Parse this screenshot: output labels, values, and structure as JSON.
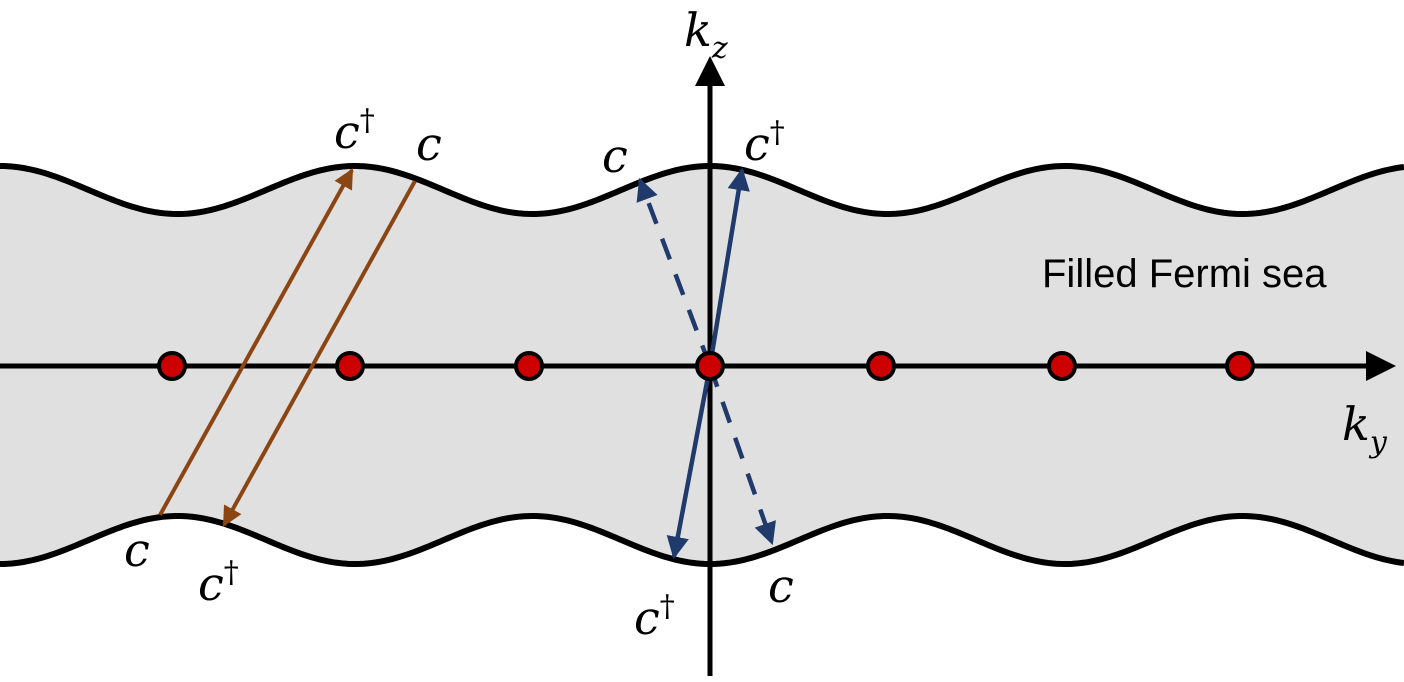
{
  "axes": {
    "horizontal": {
      "symbol": "k",
      "subscript": "y"
    },
    "vertical": {
      "symbol": "k",
      "subscript": "z"
    }
  },
  "region_label": "Filled Fermi sea",
  "operators": {
    "annihilation": "c",
    "creation": "c",
    "creation_mark": "†"
  },
  "colors": {
    "sea_fill": "#e0e0e0",
    "boundary": "#000000",
    "lattice_point": "#cc0000",
    "umklapp_arrow": "#8b4513",
    "forward_arrow": "#1f3a6b"
  },
  "lattice_points_count": 7,
  "arrow_styles": {
    "orange_pair": "solid",
    "blue_pair": "solid and dashed"
  }
}
